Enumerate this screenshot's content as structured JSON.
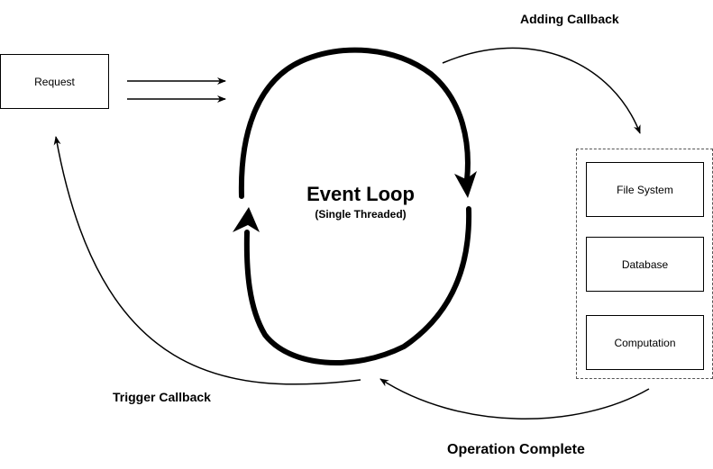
{
  "request": {
    "label": "Request"
  },
  "event_loop": {
    "title": "Event Loop",
    "subtitle": "(Single Threaded)"
  },
  "workers": {
    "file_system": "File System",
    "database": "Database",
    "computation": "Computation"
  },
  "labels": {
    "adding_callback": "Adding Callback",
    "operation_complete": "Operation Complete",
    "trigger_callback": "Trigger Callback"
  }
}
